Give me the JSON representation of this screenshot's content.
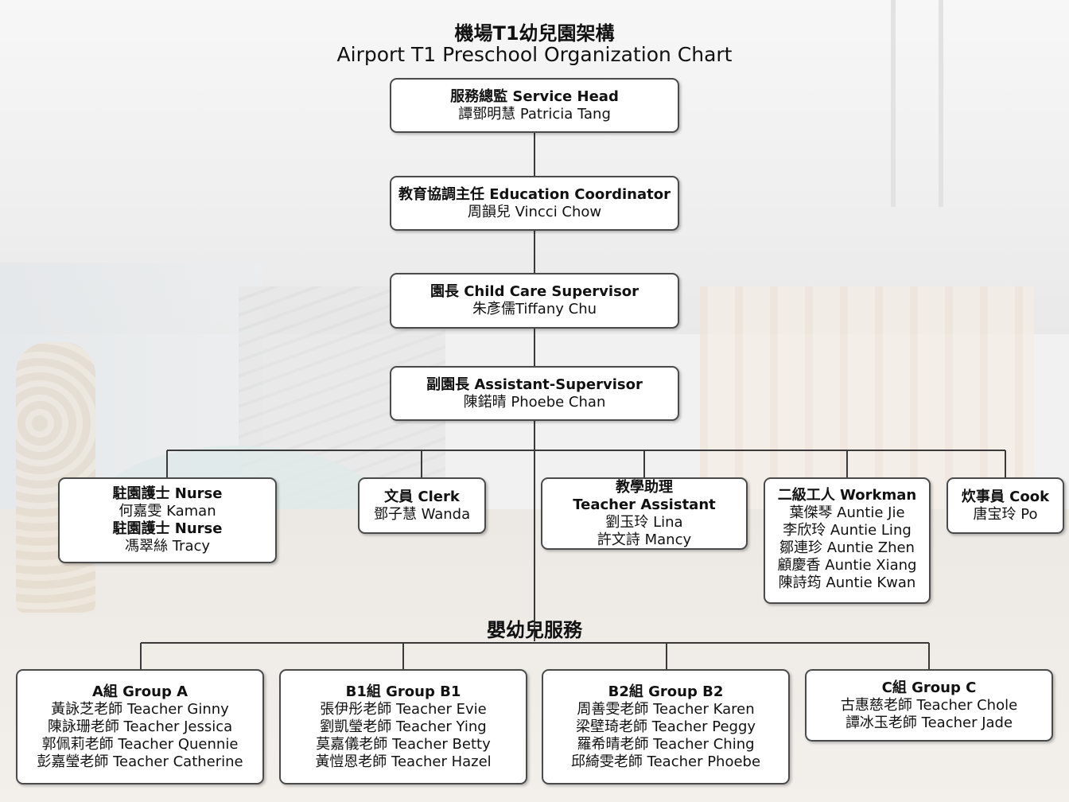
{
  "title_zh": "機場T1幼兒園架構",
  "title_en": "Airport T1 Preschool Organization Chart",
  "chain": [
    {
      "role": "服務總監 Service Head",
      "names": [
        "譚鄧明慧 Patricia Tang"
      ]
    },
    {
      "role": "教育協調主任 Education Coordinator",
      "names": [
        "周韻兒 Vincci Chow"
      ]
    },
    {
      "role": "園長 Child Care Supervisor",
      "names": [
        "朱彥儒Tiffany Chu"
      ]
    },
    {
      "role": "副園長 Assistant-Supervisor",
      "names": [
        "陳鍩晴 Phoebe Chan"
      ]
    }
  ],
  "staff": [
    {
      "lines": [
        {
          "text": "駐園護士 Nurse",
          "bold": true
        },
        {
          "text": "何嘉雯 Kaman",
          "bold": false
        },
        {
          "text": "駐園護士 Nurse",
          "bold": true
        },
        {
          "text": "馮翠絲 Tracy",
          "bold": false
        }
      ]
    },
    {
      "lines": [
        {
          "text": "文員 Clerk",
          "bold": true
        },
        {
          "text": "鄧子慧 Wanda",
          "bold": false
        }
      ]
    },
    {
      "lines": [
        {
          "text": "教學助理",
          "bold": true
        },
        {
          "text": "Teacher Assistant",
          "bold": true
        },
        {
          "text": "劉玉玲 Lina",
          "bold": false
        },
        {
          "text": "許文詩 Mancy",
          "bold": false
        }
      ]
    },
    {
      "lines": [
        {
          "text": "二級工人 Workman",
          "bold": true
        },
        {
          "text": "葉傑琴 Auntie Jie",
          "bold": false
        },
        {
          "text": "李欣玲 Auntie Ling",
          "bold": false
        },
        {
          "text": "鄒連珍 Auntie Zhen",
          "bold": false
        },
        {
          "text": "顧慶香 Auntie Xiang",
          "bold": false
        },
        {
          "text": "陳詩筠 Auntie Kwan",
          "bold": false
        }
      ]
    },
    {
      "lines": [
        {
          "text": "炊事員 Cook",
          "bold": true
        },
        {
          "text": "唐宝玲  Po",
          "bold": false
        }
      ]
    }
  ],
  "section_label": "嬰幼兒服務",
  "groups": [
    {
      "lines": [
        {
          "text": "A組 Group A",
          "bold": true
        },
        {
          "text": "黃詠芝老師 Teacher Ginny",
          "bold": false
        },
        {
          "text": "陳詠珊老師 Teacher Jessica",
          "bold": false
        },
        {
          "text": "郭佩莉老師 Teacher Quennie",
          "bold": false
        },
        {
          "text": "彭嘉瑩老師 Teacher Catherine",
          "bold": false
        }
      ]
    },
    {
      "lines": [
        {
          "text": "B1組 Group B1",
          "bold": true
        },
        {
          "text": "張伊彤老師 Teacher Evie",
          "bold": false
        },
        {
          "text": "劉凱瑩老師 Teacher Ying",
          "bold": false
        },
        {
          "text": "莫嘉儀老師 Teacher Betty",
          "bold": false
        },
        {
          "text": "黃愷恩老師 Teacher Hazel",
          "bold": false
        }
      ]
    },
    {
      "lines": [
        {
          "text": "B2組 Group B2",
          "bold": true
        },
        {
          "text": "周善雯老師 Teacher Karen",
          "bold": false
        },
        {
          "text": "梁壁琦老師 Teacher Peggy",
          "bold": false
        },
        {
          "text": "羅希晴老師 Teacher Ching",
          "bold": false
        },
        {
          "text": "邱綺雯老師 Teacher Phoebe",
          "bold": false
        }
      ]
    },
    {
      "lines": [
        {
          "text": "C組 Group C",
          "bold": true
        },
        {
          "text": "古惠慈老師 Teacher Chole",
          "bold": false
        },
        {
          "text": "譚冰玉老師 Teacher Jade",
          "bold": false
        }
      ]
    }
  ],
  "colors": {
    "line": "#3a3a3a",
    "box_border": "#4a4a4a",
    "box_fill": "#ffffff"
  }
}
